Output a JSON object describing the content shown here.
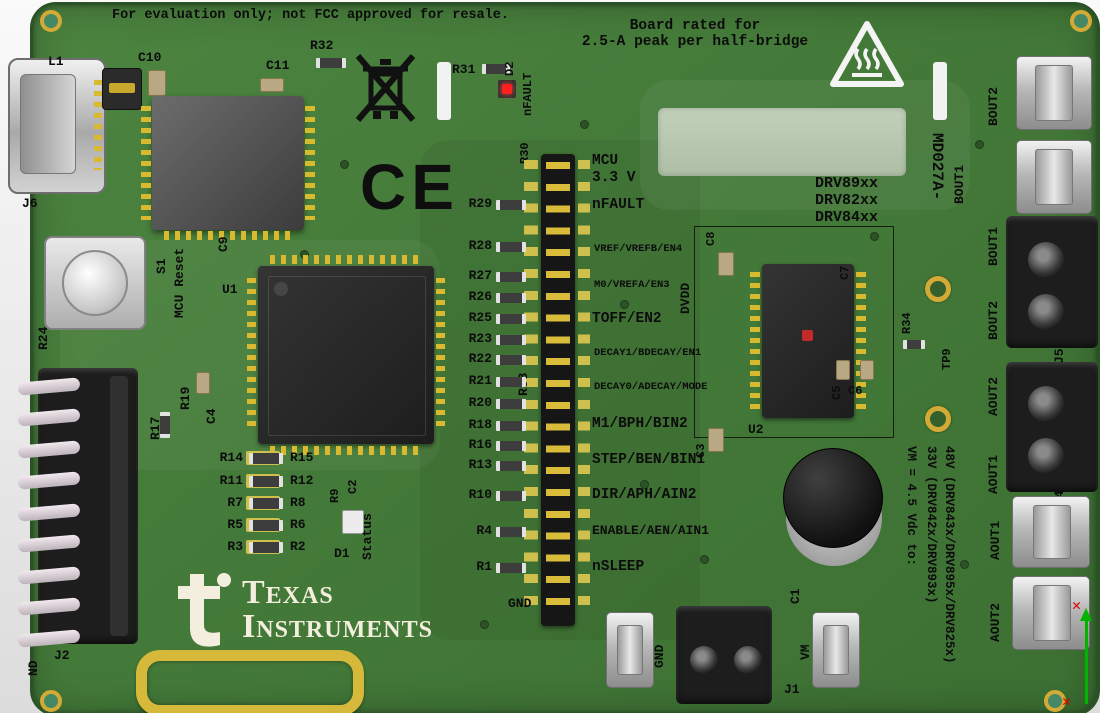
{
  "notices": {
    "eval": "For evaluation only; not FCC approved for resale.",
    "rating1": "Board rated for",
    "rating2": "2.5-A peak per half-bridge",
    "board_id": "MD027A-"
  },
  "devices": {
    "d1": "DRV89xx",
    "d2": "DRV82xx",
    "d3": "DRV84xx"
  },
  "header": {
    "mcu1": "MCU",
    "mcu2": "3.3 V",
    "gnd": "GND",
    "signals": [
      "nFAULT",
      "VREF/VREFB/EN4",
      "M0/VREFA/EN3",
      "TOFF/EN2",
      "DECAY1/BDECAY/EN1",
      "DECAY0/ADECAY/MODE",
      "M1/BPH/BIN2",
      "STEP/BEN/BIN1",
      "DIR/APH/AIN2",
      "ENABLE/AEN/AIN1",
      "nSLEEP"
    ],
    "resistors": [
      "R29",
      "R28",
      "R27",
      "R26",
      "R25",
      "R23",
      "R22",
      "R21",
      "R20",
      "R18",
      "R16",
      "R13",
      "R10",
      "R4",
      "R1"
    ]
  },
  "outputs": {
    "labels": [
      "BOUT2",
      "BOUT1",
      "BOUT1",
      "BOUT2",
      "AOUT2",
      "AOUT1",
      "AOUT1",
      "AOUT2"
    ]
  },
  "power_note": {
    "line1": "VM = 4.5 Vdc to:",
    "line2": "33V (DRV842x/DRV893x)",
    "line3": "48V (DRV843x/DRV895x/DRV825x)"
  },
  "logo": {
    "line1": "Texas",
    "line2": "Instruments"
  },
  "refs": {
    "l1": "L1",
    "c10": "C10",
    "c11": "C11",
    "r32": "R32",
    "r31": "R31",
    "r30": "R30",
    "d2": "D2",
    "nfault": "nFAULT",
    "c9": "C9",
    "u1": "U1",
    "s1": "S1",
    "mcu_reset": "MCU Reset",
    "j6": "J6",
    "r24": "R24",
    "r19": "R19",
    "r17": "R17",
    "c4": "C4",
    "j2": "J2",
    "r14": "R14",
    "r15": "R15",
    "r11": "R11",
    "r12": "R12",
    "r7": "R7",
    "r8": "R8",
    "r5": "R5",
    "r6": "R6",
    "r3": "R3",
    "r2": "R2",
    "r9": "R9",
    "c2": "C2",
    "d1": "D1",
    "status": "Status",
    "nd": "ND",
    "r33": "R33",
    "dvdd": "DVDD",
    "c8": "C8",
    "c7": "C7",
    "c6": "C6",
    "c5": "C5",
    "c3": "C3",
    "u2": "U2",
    "r34": "R34",
    "tp9": "TP9",
    "c1": "C1",
    "j1": "J1",
    "gnd": "GND",
    "vm": "VM",
    "j5": "J5",
    "j4": "J4"
  }
}
